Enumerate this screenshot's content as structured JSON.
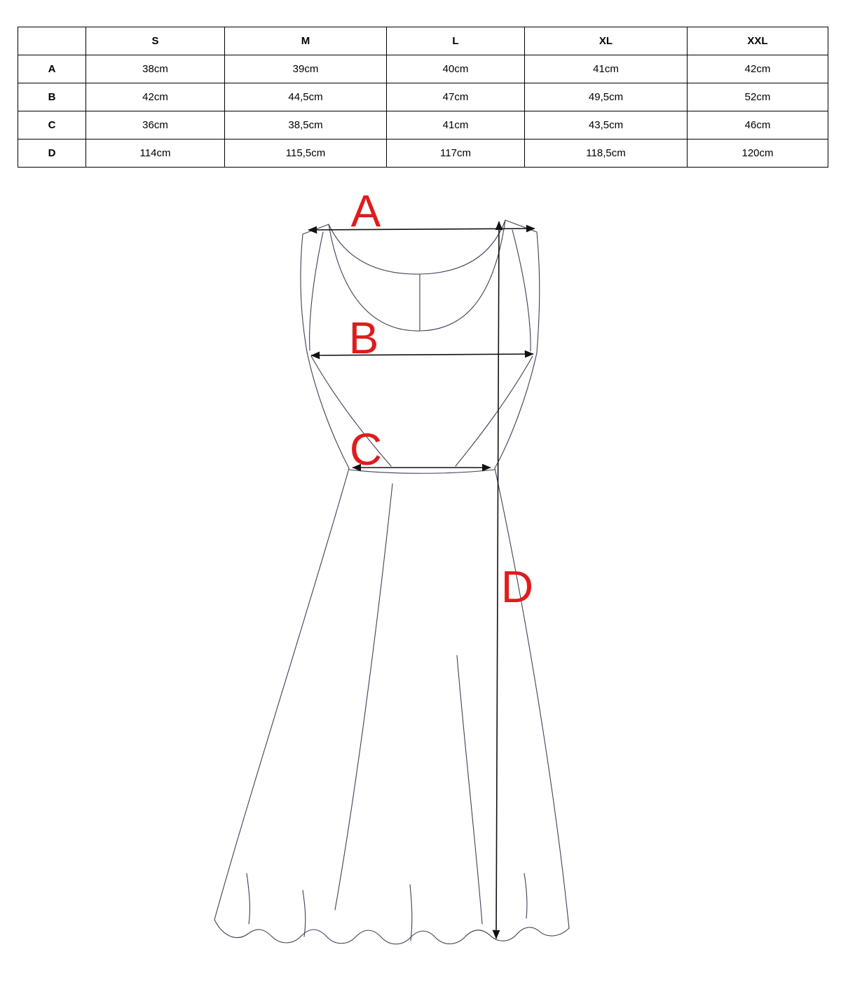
{
  "size_chart": {
    "corner": "",
    "columns": [
      "S",
      "M",
      "L",
      "XL",
      "XXL"
    ],
    "rows": [
      {
        "label": "A",
        "values": [
          "38cm",
          "39cm",
          "40cm",
          "41cm",
          "42cm"
        ]
      },
      {
        "label": "B",
        "values": [
          "42cm",
          "44,5cm",
          "47cm",
          "49,5cm",
          "52cm"
        ]
      },
      {
        "label": "C",
        "values": [
          "36cm",
          "38,5cm",
          "41cm",
          "43,5cm",
          "46cm"
        ]
      },
      {
        "label": "D",
        "values": [
          "114cm",
          "115,5cm",
          "117cm",
          "118,5cm",
          "120cm"
        ]
      }
    ]
  },
  "diagram": {
    "labels": {
      "a": "A",
      "b": "B",
      "c": "C",
      "d": "D"
    },
    "label_color": "#e01b1d",
    "line_color": "#3f3f58",
    "arrow_color": "#111111"
  }
}
